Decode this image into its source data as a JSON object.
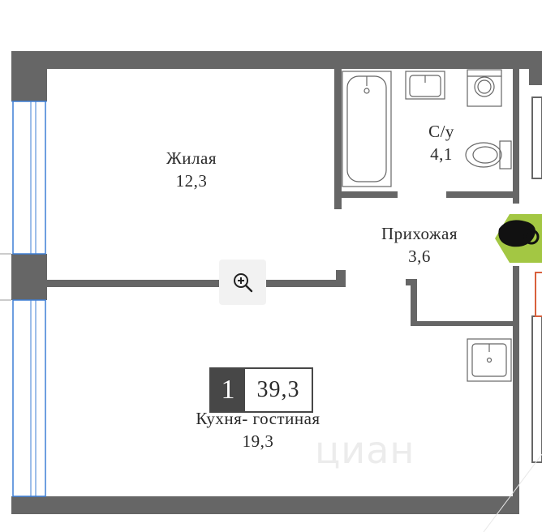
{
  "rooms": [
    {
      "name": "Жилая",
      "area": "12,3"
    },
    {
      "name": "С/у",
      "area": "4,1"
    },
    {
      "name": "Прихожая",
      "area": "3,6"
    },
    {
      "name": "Кухня- гостиная",
      "area": "19,3"
    }
  ],
  "summary": {
    "room_count": "1",
    "total_area": "39,3"
  },
  "watermark": "циан",
  "colors": {
    "wall": "#666666",
    "badge_dark": "#474747",
    "window": "#3d7fd6",
    "marker": "#a3c743",
    "door_accent": "#d9603c"
  },
  "icons": {
    "zoom": "zoom-in-icon",
    "entrance": "entrance-marker-icon"
  }
}
